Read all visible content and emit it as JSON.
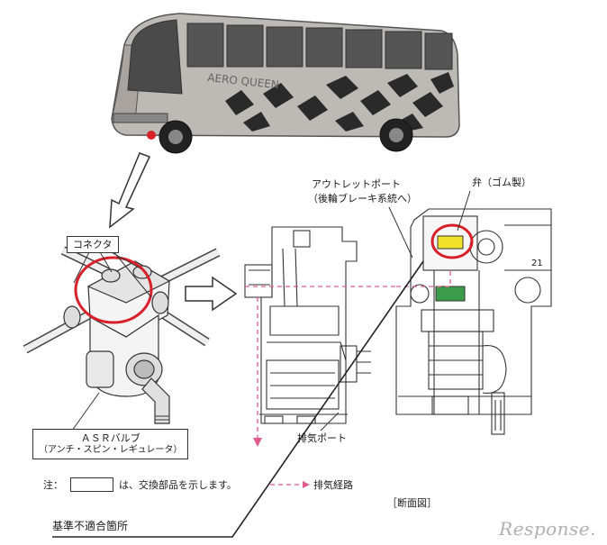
{
  "bus": {
    "side_text": "AERO QUEEN"
  },
  "labels": {
    "connector": "コネクタ",
    "asr_valve": "ＡＳＲバルブ",
    "asr_valve_sub": "（アンチ・スピン・レギュレータ）",
    "outlet_port": "アウトレットポート",
    "outlet_port_sub": "（後輪ブレーキ系統へ）",
    "valve_rubber": "弁（ゴム製）",
    "exhaust_port": "排気ポート",
    "exhaust_path": "排気経路",
    "cross_section": "［断面図］",
    "note_prefix": "注：",
    "note_suffix": "は、交換部品を示します。",
    "nonconforming": "基準不適合箇所",
    "part_number": "21"
  },
  "brand": {
    "logo_text": "Response."
  },
  "colors": {
    "highlight_circle": "#d8202a",
    "exhaust_arrow": "#e05a8a",
    "valve_rubber_part": "#f2e12a",
    "green_part": "#3a9b4a",
    "line": "#333333"
  }
}
